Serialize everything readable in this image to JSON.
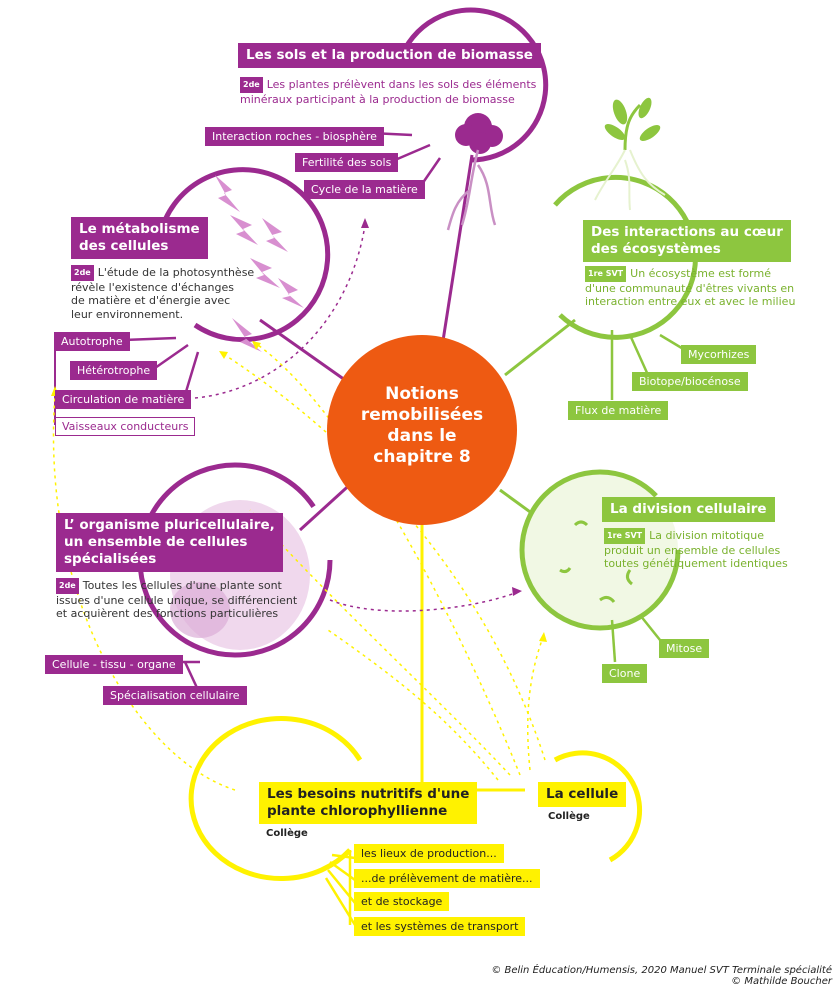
{
  "center": {
    "line1": "Notions",
    "line2": "remobilisées",
    "line3": "dans le",
    "line4": "chapitre 8"
  },
  "sols": {
    "title": "Les sols et la production de biomasse",
    "badge": "2de",
    "text_line1": "Les plantes prélèvent dans les sols des éléments",
    "text_line2": "minéraux participant à la production de biomasse",
    "tags": [
      "Interaction roches - biosphère",
      "Fertilité des sols",
      "Cycle de la matière"
    ]
  },
  "metabolisme": {
    "title_line1": "Le métabolisme",
    "title_line2": "des cellules",
    "badge": "2de",
    "text_line1": "L'étude de la photosynthèse",
    "text_line2": "révèle l'existence d'échanges",
    "text_line3": "de matière et d'énergie avec",
    "text_line4": "leur environnement.",
    "tags": [
      "Autotrophe",
      "Hétérotrophe",
      "Circulation de matière",
      "Vaisseaux conducteurs"
    ]
  },
  "interactions": {
    "title_line1": "Des interactions au cœur",
    "title_line2": "des écosystèmes",
    "badge": "1re SVT",
    "text_line1": "Un écosystème est formé",
    "text_line2": "d'une communauté d'êtres vivants en",
    "text_line3": "interaction entre eux et avec le milieu",
    "tags": [
      "Mycorhizes",
      "Biotope/biocénose",
      "Flux de matière"
    ]
  },
  "organisme": {
    "title_line1": "L’ organisme pluricellulaire,",
    "title_line2": "un ensemble de cellules",
    "title_line3": "spécialisées",
    "badge": "2de",
    "text_line1": "Toutes les cellules d'une plante sont",
    "text_line2": "issues d'une cellule unique, se différencient",
    "text_line3": "et acquièrent des fonctions particulières",
    "tags": [
      "Cellule -  tissu - organe",
      "Spécialisation cellulaire"
    ]
  },
  "division": {
    "title": "La division cellulaire",
    "badge": "1re SVT",
    "text_line1": "La division mitotique",
    "text_line2": "produit un ensemble de cellules",
    "text_line3": "toutes génétiquement identiques",
    "tags": [
      "Mitose",
      "Clone"
    ]
  },
  "besoins": {
    "title_line1": "Les besoins nutritifs d'une",
    "title_line2": "plante chlorophyllienne",
    "level": "Collège",
    "tags": [
      "les lieux de production...",
      "...de prélèvement de matière...",
      "et de stockage",
      "et les systèmes de transport"
    ]
  },
  "cellule": {
    "title": "La cellule",
    "level": "Collège"
  },
  "credits": {
    "line1": "© Belin Éducation/Humensis, 2020 Manuel SVT Terminale spécialité",
    "line2": "© Mathilde Boucher"
  },
  "colors": {
    "purple": "#9b2a8f",
    "green": "#8dc63f",
    "yellow": "#fff200",
    "orange": "#ee5a12"
  }
}
